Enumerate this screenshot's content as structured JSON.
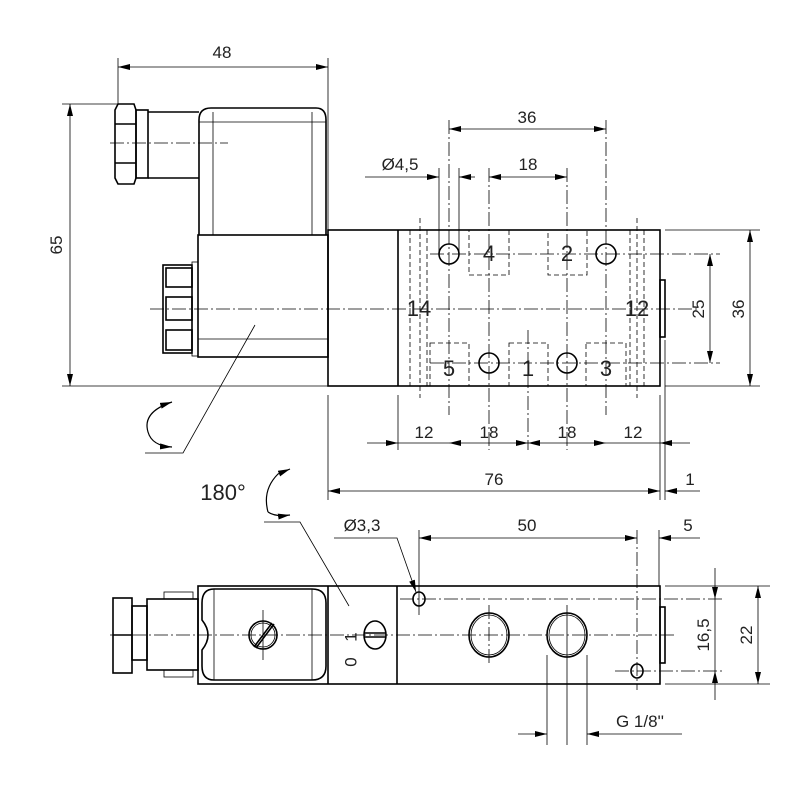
{
  "top_view": {
    "dimensions": {
      "coil_width": "48",
      "total_height": "65",
      "hole_spacing_outer": "36",
      "hole_diameter": "Ø4,5",
      "hole_spacing_inner": "18",
      "bottom_segments": [
        "12",
        "18",
        "18",
        "12"
      ],
      "body_length": "76",
      "tab_offset": "1",
      "hole_row_spacing": "25",
      "body_height": "36"
    },
    "ports": {
      "p4": "4",
      "p2": "2",
      "p5": "5",
      "p1": "1",
      "p3": "3",
      "pilot_left": "14",
      "pilot_right": "12"
    }
  },
  "rotation_label": "180°",
  "side_view": {
    "dimensions": {
      "mount_hole_diameter": "Ø3,3",
      "mount_hole_spacing": "50",
      "edge_offset": "5",
      "mount_hole_row": "16,5",
      "body_width": "22",
      "thread": "G 1/8''"
    },
    "manual_override": {
      "on": "1",
      "off": "0"
    }
  }
}
